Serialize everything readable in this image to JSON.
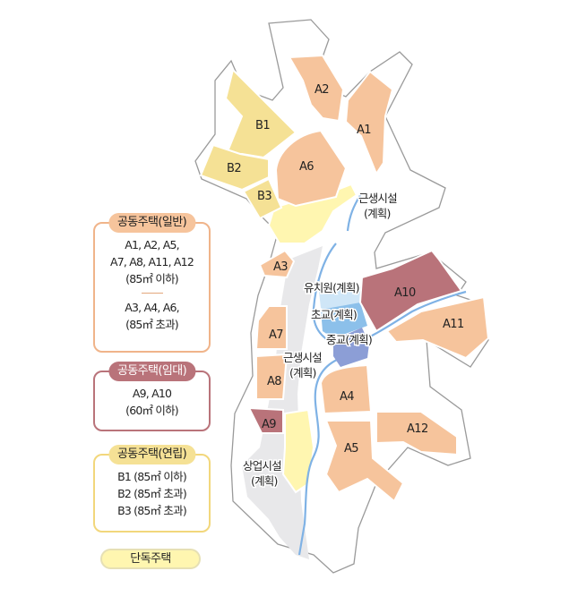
{
  "colors": {
    "general_housing": "#f6c49c",
    "general_housing_border": "#f0a877",
    "rental_housing": "#b9737a",
    "rental_housing_border": "#a45c64",
    "row_housing": "#f5e195",
    "row_housing_border": "#f2d77c",
    "detached_housing": "#fff6b0",
    "road": "#e8e8ea",
    "stream": "#7fb2e5",
    "kindergarten": "#cfe6f7",
    "elementary": "#8cc0ea",
    "middle": "#8c9ed6",
    "boundary": "#9a9a9a"
  },
  "legend": {
    "general": {
      "title": "공동주택(일반)",
      "lines_small": [
        "A1, A2, A5,",
        "A7, A8, A11, A12",
        "(85㎡ 이하)"
      ],
      "lines_large": [
        "A3, A4, A6,",
        "(85㎡ 초과)"
      ]
    },
    "rental": {
      "title": "공동주택(임대)",
      "lines": [
        "A9, A10",
        "(60㎡ 이하)"
      ]
    },
    "row": {
      "title": "공동주택(연립)",
      "lines": [
        "B1 (85㎡ 이하)",
        "B2 (85㎡ 초과)",
        "B3 (85㎡ 초과)"
      ]
    },
    "detached": {
      "title": "단독주택"
    }
  },
  "map": {
    "blocks": {
      "A1": "A1",
      "A2": "A2",
      "A3": "A3",
      "A4": "A4",
      "A5": "A5",
      "A6": "A6",
      "A7": "A7",
      "A8": "A8",
      "A9": "A9",
      "A10": "A10",
      "A11": "A11",
      "A12": "A12",
      "B1": "B1",
      "B2": "B2",
      "B3": "B3"
    },
    "facilities": {
      "neighborhood_north": [
        "근생시설",
        "(계획)"
      ],
      "neighborhood_central": [
        "근생시설",
        "(계획)"
      ],
      "kindergarten": "유치원(계획)",
      "elementary": "초교(계획)",
      "middle": "중교(계획)",
      "commercial": [
        "상업시설",
        "(계획)"
      ]
    }
  }
}
